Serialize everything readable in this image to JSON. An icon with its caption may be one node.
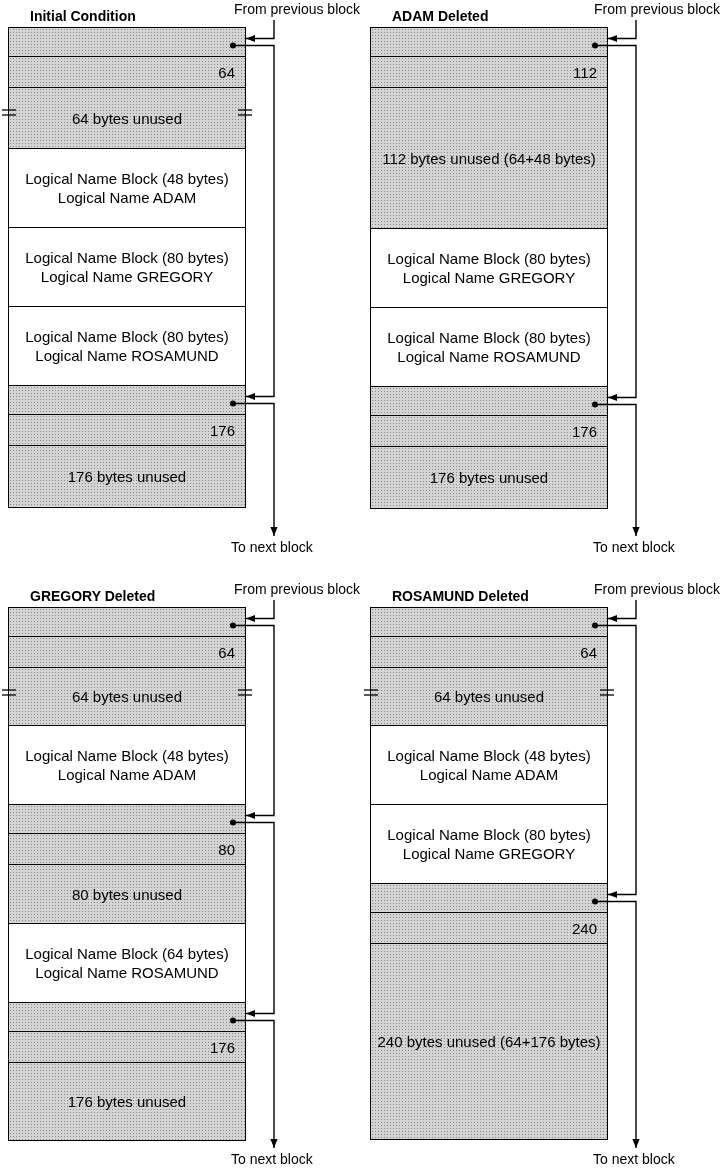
{
  "diagram": {
    "nodes": [
      {
        "text": [
          "From previous block"
        ]
      },
      {
        "text": [
          "Initial Condition"
        ]
      },
      {
        "text": [],
        "shape": "box",
        "in": 1
      },
      {
        "text": [
          "64"
        ],
        "in": 1
      },
      {
        "text": [
          "64 bytes unused"
        ],
        "in": 1
      },
      {
        "text": [
          "Logical Name Block (48 bytes) Logical Name ADAM"
        ],
        "in": 1
      },
      {
        "text": [
          "Logical Name Block (80 bytes) Logical Name GREGORY"
        ],
        "in": 1
      },
      {
        "text": [
          "Logical Name Block (80 bytes) Logical Name ROSAMUND"
        ],
        "in": 1
      },
      {
        "text": [],
        "shape": "box",
        "in": 1
      },
      {
        "text": [
          "176"
        ],
        "in": 1
      },
      {
        "text": [
          "176 bytes unused"
        ],
        "in": 1
      },
      {
        "text": [
          "To next block"
        ]
      },
      {
        "text": [
          "From previous block"
        ]
      },
      {
        "text": [
          "ADAM Deleted"
        ]
      },
      {
        "text": [],
        "shape": "box",
        "in": 13
      },
      {
        "text": [
          "112"
        ],
        "in": 13
      },
      {
        "text": [
          "112 bytes unused (64+48 bytes)"
        ],
        "in": 13
      },
      {
        "text": [
          "Logical Name Block (80 bytes) Logical Name GREGORY"
        ],
        "in": 13
      },
      {
        "text": [
          "Logical Name Block (80 bytes) Logical Name ROSAMUND"
        ],
        "in": 13
      },
      {
        "text": [],
        "shape": "box",
        "in": 13
      },
      {
        "text": [
          "176"
        ],
        "in": 13
      },
      {
        "text": [
          "176 bytes unused"
        ],
        "in": 13
      },
      {
        "text": [
          "To next block"
        ]
      },
      {
        "text": [
          "From previous block"
        ]
      },
      {
        "text": [
          "GREGORY Deleted"
        ]
      },
      {
        "text": [],
        "shape": "box",
        "in": 24
      },
      {
        "text": [
          "64"
        ],
        "in": 24
      },
      {
        "text": [
          "64 bytes unused"
        ],
        "in": 24
      },
      {
        "text": [
          "Logical Name Block (48 bytes) Logical Name ADAM"
        ],
        "in": 24
      },
      {
        "text": [],
        "shape": "box",
        "in": 24
      },
      {
        "text": [
          "80"
        ],
        "in": 24
      },
      {
        "text": [
          "80 bytes unused"
        ],
        "in": 24
      },
      {
        "text": [
          "Logical Name Block (64 bytes) Logical Name ROSAMUND"
        ],
        "in": 24
      },
      {
        "text": [],
        "shape": "box",
        "in": 24
      },
      {
        "text": [
          "176"
        ],
        "in": 24
      },
      {
        "text": [
          "176 bytes unused"
        ],
        "in": 24
      },
      {
        "text": [
          "To next block"
        ]
      },
      {
        "text": [
          "From previous block"
        ]
      },
      {
        "text": [
          "ROSAMUND Deleted"
        ]
      },
      {
        "text": [],
        "shape": "box",
        "in": 38
      },
      {
        "text": [
          "64"
        ],
        "in": 38
      },
      {
        "text": [
          "64 bytes unused"
        ],
        "in": 38
      },
      {
        "text": [
          "Logical Name Block (48 bytes) Logical Name ADAM"
        ],
        "in": 38
      },
      {
        "text": [
          "Logical Name Block (80 bytes) Logical Name GREGORY"
        ],
        "in": 38
      },
      {
        "text": [],
        "shape": "box",
        "in": 38
      },
      {
        "text": [
          "240"
        ],
        "in": 38
      },
      {
        "text": [
          "240 bytes unused (64+176 bytes)"
        ],
        "in": 38
      },
      {
        "text": [
          "To next block"
        ]
      }
    ],
    "edges": [
      {
        "from": 0,
        "to": 2,
        "arrow": "to"
      },
      {
        "from": 2,
        "to": 8,
        "arrow": "to"
      },
      {
        "from": 8,
        "to": 11,
        "arrow": "to"
      },
      {
        "from": 12,
        "to": 14,
        "arrow": "to"
      },
      {
        "from": 14,
        "to": 19,
        "arrow": "to"
      },
      {
        "from": 19,
        "to": 22,
        "arrow": "to"
      },
      {
        "from": 23,
        "to": 25,
        "arrow": "to"
      },
      {
        "from": 25,
        "to": 29,
        "arrow": "to"
      },
      {
        "from": 29,
        "to": 33,
        "arrow": "to"
      },
      {
        "from": 33,
        "to": 36,
        "arrow": "to"
      },
      {
        "from": 37,
        "to": 39,
        "arrow": "to"
      },
      {
        "from": 39,
        "to": 44,
        "arrow": "to"
      },
      {
        "from": 44,
        "to": 47,
        "arrow": "to"
      }
    ]
  }
}
